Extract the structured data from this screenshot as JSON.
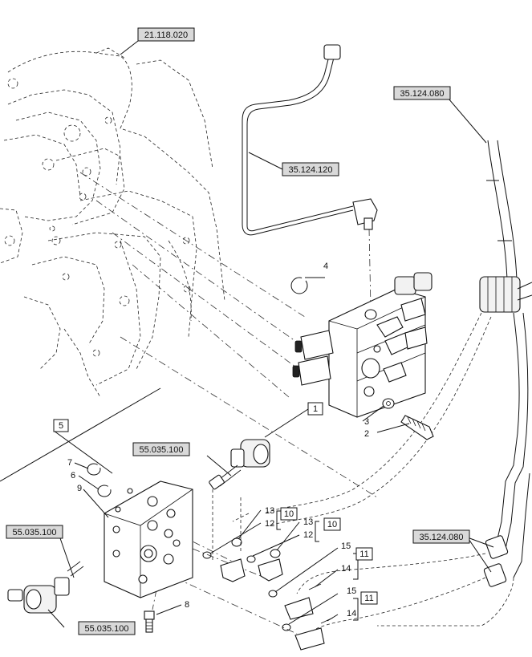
{
  "references": [
    {
      "id": "ref-21-118-020",
      "text": "21.118.020"
    },
    {
      "id": "ref-35-124-120",
      "text": "35.124.120"
    },
    {
      "id": "ref-35-124-080-top",
      "text": "35.124.080"
    },
    {
      "id": "ref-35-124-080-bottom",
      "text": "35.124.080"
    },
    {
      "id": "ref-55-035-100-center",
      "text": "55.035.100"
    },
    {
      "id": "ref-55-035-100-left-top",
      "text": "55.035.100"
    },
    {
      "id": "ref-55-035-100-left-bottom",
      "text": "55.035.100"
    }
  ],
  "boxed_items": {
    "item_1": "1",
    "item_5": "5",
    "item_10_a": "10",
    "item_10_b": "10",
    "item_11_a": "11",
    "item_11_b": "11"
  },
  "callouts": {
    "item_2": "2",
    "item_3": "3",
    "item_4": "4",
    "item_6": "6",
    "item_7": "7",
    "item_8": "8",
    "item_9": "9",
    "item_12_a": "12",
    "item_12_b": "12",
    "item_13_a": "13",
    "item_13_b": "13",
    "item_14_a": "14",
    "item_14_b": "14",
    "item_15_a": "15",
    "item_15_b": "15"
  }
}
